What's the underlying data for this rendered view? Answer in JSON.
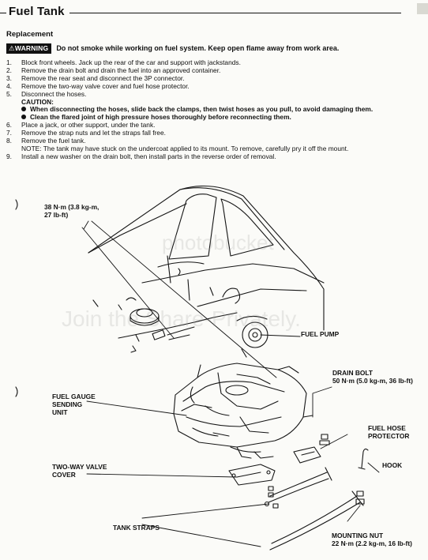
{
  "header": {
    "title": "Fuel Tank"
  },
  "section_title": "Replacement",
  "warning": {
    "badge": "WARNING",
    "text": "Do not smoke while working on fuel system. Keep open flame away from work area."
  },
  "steps": [
    {
      "num": "1.",
      "text": "Block front wheels. Jack up the rear of the car and support with jackstands."
    },
    {
      "num": "2.",
      "text": "Remove the drain bolt and drain the fuel into an approved container."
    },
    {
      "num": "3.",
      "text": "Remove the rear seat and disconnect the 3P connector."
    },
    {
      "num": "4.",
      "text": "Remove the two-way valve cover and fuel hose protector."
    },
    {
      "num": "5.",
      "text": "Disconnect the hoses."
    }
  ],
  "caution": {
    "heading": "CAUTION:",
    "bullets": [
      "When disconnecting the hoses, slide back the clamps, then twist hoses as you pull, to avoid damaging them.",
      "Clean the flared joint of high pressure hoses thoroughly before reconnecting them."
    ]
  },
  "steps2": [
    {
      "num": "6.",
      "text": "Place a jack, or other support, under the tank."
    },
    {
      "num": "7.",
      "text": "Remove the strap nuts and let the straps fall free."
    },
    {
      "num": "8.",
      "text": "Remove the fuel tank."
    }
  ],
  "note": "NOTE: The tank may have stuck on the undercoat applied to its mount. To remove, carefully pry it off the mount.",
  "step9": {
    "num": "9.",
    "text": "Install a new washer on the drain bolt, then install parts in the reverse order of removal."
  },
  "diagram": {
    "labels": {
      "torque_top_1": "38 N·m (3.8 kg-m,",
      "torque_top_2": "27 lb-ft)",
      "fuel_pump": "FUEL PUMP",
      "drain_bolt_1": "DRAIN BOLT",
      "drain_bolt_2": "50 N·m (5.0 kg-m, 36 lb-ft)",
      "gauge_1": "FUEL GAUGE",
      "gauge_2": "SENDING",
      "gauge_3": "UNIT",
      "protector_1": "FUEL HOSE",
      "protector_2": "PROTECTOR",
      "valve_1": "TWO-WAY VALVE",
      "valve_2": "COVER",
      "hook": "HOOK",
      "straps": "TANK STRAPS",
      "nut_1": "MOUNTING NUT",
      "nut_2": "22 N·m (2.2 kg-m, 16 lb-ft)"
    },
    "watermark": {
      "line1": "photobucket",
      "line2": "Join the Share-Privately."
    }
  }
}
